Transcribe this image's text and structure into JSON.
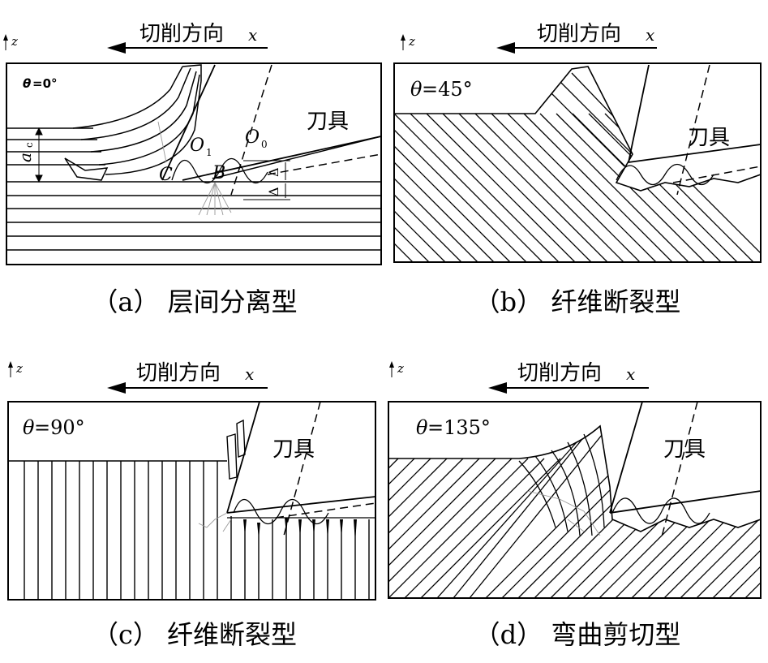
{
  "common": {
    "direction_label": "切削方向",
    "x_axis": "x",
    "z_axis": "z",
    "tool_label": "刀具"
  },
  "panels": [
    {
      "angle_symbol": "θ",
      "angle_value": "=0°",
      "caption": "（a） 层间分离型"
    },
    {
      "angle_symbol": "θ",
      "angle_value": "=45°",
      "caption": "（b） 纤维断裂型"
    },
    {
      "angle_symbol": "θ",
      "angle_value": "=90°",
      "caption": "（c） 纤维断裂型"
    },
    {
      "angle_symbol": "θ",
      "angle_value": "=135°",
      "caption": "（d） 弯曲剪切型"
    }
  ],
  "panel_a_labels": {
    "a": "a",
    "c_sub": "c",
    "O1": "O",
    "O1_sub": "1",
    "O0": "O",
    "O0_sub": "0",
    "C": "C",
    "B": "B",
    "delta": "Δ"
  }
}
